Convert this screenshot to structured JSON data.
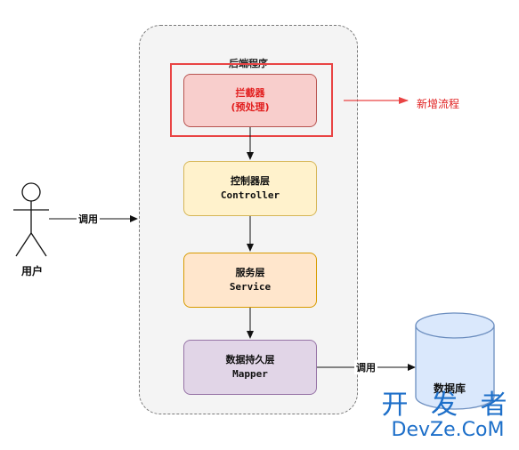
{
  "diagram": {
    "container_title": "后端程序",
    "interceptor": {
      "line1": "拦截器",
      "line2": "(预处理)"
    },
    "controller": {
      "line1": "控制器层",
      "line2": "Controller"
    },
    "service": {
      "line1": "服务层",
      "line2": "Service"
    },
    "mapper": {
      "line1": "数据持久层",
      "line2": "Mapper"
    },
    "new_flow_label": "新增流程",
    "user_label": "用户",
    "call_label_user": "调用",
    "call_label_db": "调用",
    "database_label": "数据库"
  },
  "watermark": {
    "top": "开 发 者",
    "bottom": "DevZe.CoM"
  },
  "colors": {
    "accent_red": "#e94444",
    "interceptor_fill": "#f8cecc",
    "controller_fill": "#fff2cc",
    "service_fill": "#ffe6cc",
    "mapper_fill": "#e1d5e7",
    "database_fill": "#dae8fc",
    "watermark": "#1d6fc9"
  }
}
